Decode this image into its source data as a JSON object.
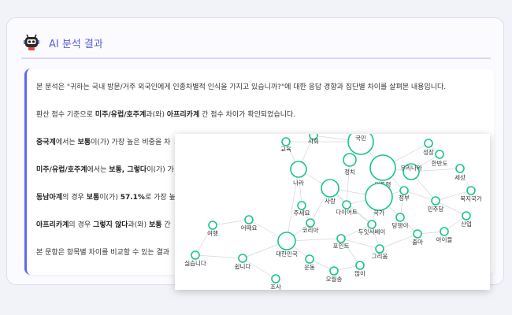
{
  "header": {
    "title": "AI 분석 결과",
    "icon": "robot-icon"
  },
  "analysis": {
    "intro": "본 분석은 \"귀하는 국내 방문/거주 외국인에게 인종차별적 인식을 가지고 있습니까?\"에 대한 응답 경향과 집단별 차이를 살펴본 내용입니다.",
    "p2": {
      "pre": "환산 점수 기준으로 ",
      "g1": "미주/유럽/호주계",
      "mid": "과(와) ",
      "g2": "아프리카계",
      "post": " 간 점수 차이가 확인되었습니다."
    },
    "p3": {
      "g": "중국계",
      "mid": "에서는 ",
      "val": "보통",
      "post": "이(가) 가장 높은 비중을 차"
    },
    "p4": {
      "g": "미주/유럽/호주계",
      "mid": "에서는 ",
      "val": "보통, 그렇다",
      "post": "이(가) 가"
    },
    "p5": {
      "g": "동남아계",
      "mid": "의 경우 ",
      "val": "보통",
      "mid2": "이(가) ",
      "pct": "57.1%",
      "post": "로 가장 높"
    },
    "p6": {
      "g": "아프리카계",
      "mid": "의 경우 ",
      "val": "그렇지 않다",
      "mid2": "과(와) ",
      "val2": "보통",
      "post": " 간"
    },
    "p7": "본 문항은 항목별 차이를 비교할 수 있는 결과"
  },
  "network": {
    "node_color": "#19c48b",
    "edge_color": "#d6d6d6",
    "words": [
      "사회",
      "교육",
      "국민",
      "정치",
      "대통령",
      "성장",
      "한반도",
      "세상",
      "우리나라",
      "나라",
      "사랑",
      "주세요",
      "다이어트",
      "국가",
      "정부",
      "민주당",
      "복지국가",
      "산업",
      "당쟁이",
      "출마",
      "아이들",
      "여행",
      "어때요",
      "코리아",
      "두잇서베이",
      "대한민국",
      "포인트",
      "그리움",
      "쉽니다",
      "싫습니다",
      "운동",
      "오월송",
      "많이",
      "조사"
    ]
  }
}
